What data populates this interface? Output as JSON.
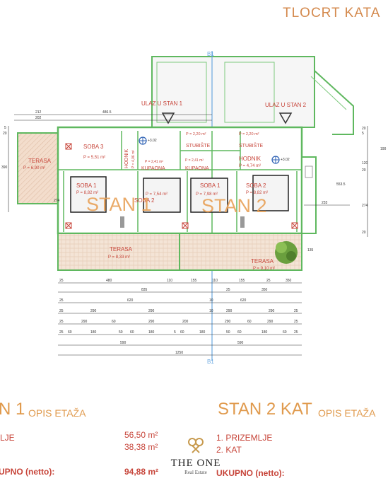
{
  "header": {
    "title": "TLOCRT KATA"
  },
  "plan": {
    "axis_label_top": "B1",
    "axis_label_bottom": "B1",
    "entrances": [
      "ULAZ U STAN 1",
      "ULAZ U STAN 2"
    ],
    "rooms": [
      {
        "id": "terasa-left",
        "name": "TERASA",
        "area": "P = 6,90 m²"
      },
      {
        "id": "soba3",
        "name": "SOBA 3",
        "area": "P = 5,51 m²"
      },
      {
        "id": "hodnik1",
        "name": "HODNIK",
        "area": "P = 4,06 m²"
      },
      {
        "id": "kupaona1",
        "name": "KUPAONA",
        "area": "P = 2,41 m²"
      },
      {
        "id": "stubiste1",
        "name": "STUBIŠTE",
        "area": "P = 2,20 m²"
      },
      {
        "id": "stubiste2",
        "name": "STUBIŠTE",
        "area": "P = 2,20 m²"
      },
      {
        "id": "kupaona2",
        "name": "KUPAONA",
        "area": "P = 2,41 m²"
      },
      {
        "id": "hodnik2",
        "name": "HODNIK",
        "area": "P = 4,74 m²"
      },
      {
        "id": "soba1-left",
        "name": "SOBA 1",
        "area": "P = 8,82 m²"
      },
      {
        "id": "soba2-left",
        "name": "SOBA 2",
        "area": "P = 7,54 m²"
      },
      {
        "id": "soba1-right",
        "name": "SOBA 1",
        "area": "P = 7,98 m²"
      },
      {
        "id": "soba2-right",
        "name": "SOBA 2",
        "area": "P = 8,82 m²"
      },
      {
        "id": "terasa-mid",
        "name": "TERASA",
        "area": "P = 8,33 m²"
      },
      {
        "id": "terasa-right",
        "name": "TERASA",
        "area": "P = 9,10 m²"
      }
    ],
    "apartment_labels": [
      "STAN 1",
      "STAN 2"
    ],
    "levels": [
      "+3.02",
      "+3.02"
    ],
    "top_dims": [
      "212",
      "202",
      "486.5"
    ],
    "left_dims": [
      "390",
      "5",
      "20",
      "274"
    ],
    "right_dims": [
      "20",
      "5",
      "190",
      "120",
      "20",
      "274",
      "135",
      "20",
      "553.5",
      "233"
    ],
    "bottom_dims_row1": [
      "25",
      "480",
      "110",
      "155",
      "110",
      "155",
      "25",
      "350"
    ],
    "bottom_dims_row2": [
      "835",
      "25",
      "350"
    ],
    "bottom_dims_row3": [
      "25",
      "620",
      "10",
      "620"
    ],
    "bottom_dims_row4": [
      "25",
      "290",
      "290",
      "10",
      "290",
      "290",
      "25"
    ],
    "bottom_dims_row5": [
      "25",
      "290",
      "60",
      "290",
      "200",
      "290",
      "60",
      "290",
      "25"
    ],
    "bottom_dims_row6": [
      "25",
      "60",
      "180",
      "50",
      "60",
      "180",
      "5",
      "60",
      "180",
      "50",
      "60",
      "180",
      "60",
      "25"
    ],
    "bottom_dims_row7": [
      "590",
      "590"
    ],
    "bottom_total": "1250"
  },
  "summary": {
    "left": {
      "title": "N 1",
      "opis": "OPIS ETAŽA",
      "rows": [
        {
          "label": "LJE",
          "value": "56,50 m²"
        },
        {
          "label": "",
          "value": "38,38 m²"
        }
      ],
      "total_label": "UPNO (netto):",
      "total_value": "94,88 m²"
    },
    "right": {
      "title": "STAN 2 KAT",
      "opis": "OPIS ETAŽA",
      "rows": [
        {
          "label": "1.  PRIZEMLJE"
        },
        {
          "label": "2.  KAT"
        }
      ],
      "total_label": "UKUPNO (netto):"
    }
  },
  "logo": {
    "text": "THE ONE",
    "sub": "Real Estate"
  },
  "colors": {
    "accent": "#e09a4d",
    "wall": "#5fb85f",
    "red_text": "#c7453a",
    "terrace": "#e8c9b2"
  }
}
